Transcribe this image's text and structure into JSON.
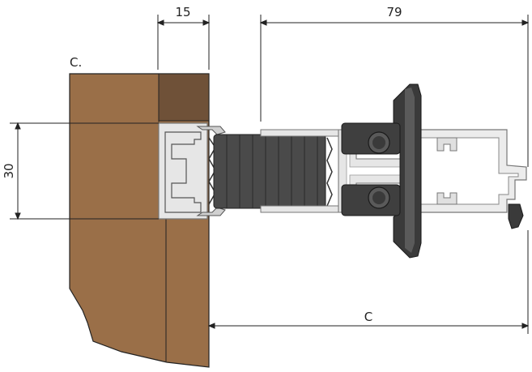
{
  "dimensions": {
    "top_left_width": "15",
    "top_right_width": "79",
    "left_height": "30",
    "bottom_width": "C"
  },
  "labels": {
    "wall_label": "C."
  },
  "colors": {
    "wood": "#9a6f48",
    "wood_dark": "#6f5138",
    "aluminum": "#e6e6e6",
    "aluminum_edge": "#8a8a8a",
    "gasket": "#4a4a4a",
    "seal": "#3a3a3a",
    "line": "#222222"
  }
}
